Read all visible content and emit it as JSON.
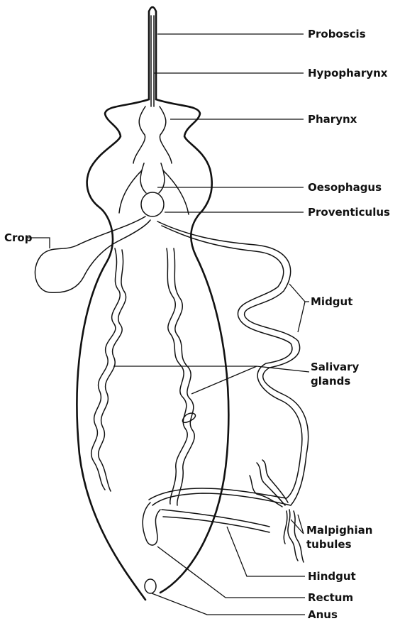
{
  "labels": {
    "proboscis": "Proboscis",
    "hypopharynx": "Hypopharynx",
    "pharynx": "Pharynx",
    "oesophagus": "Oesophagus",
    "proventiculus": "Proventiculus",
    "crop": "Crop",
    "midgut": "Midgut",
    "salivary_line1": "Salivary",
    "salivary_line2": "glands",
    "malpighian_line1": "Malpighian",
    "malpighian_line2": "tubules",
    "hindgut": "Hindgut",
    "rectum": "Rectum",
    "anus": "Anus"
  }
}
